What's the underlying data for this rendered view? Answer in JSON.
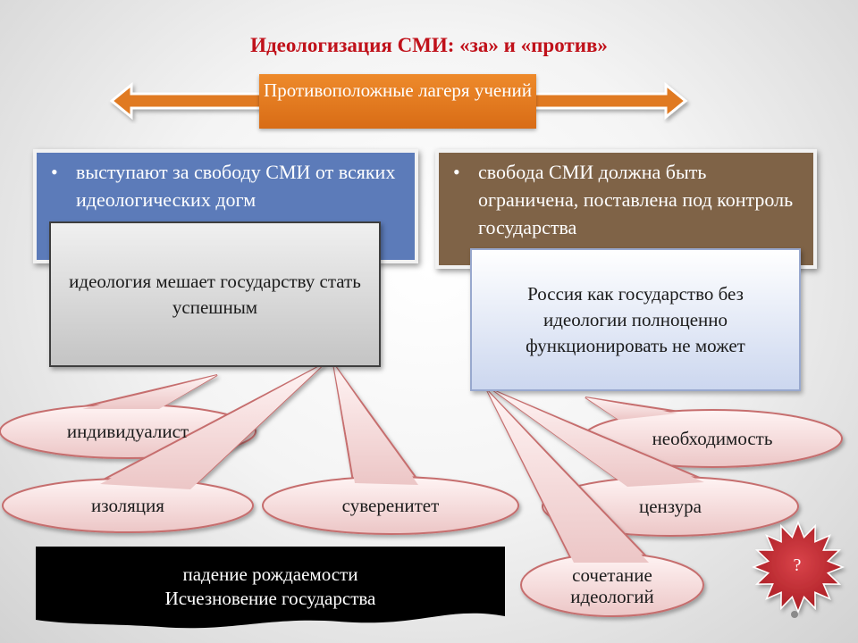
{
  "title": "Идеологизация СМИ: «за» и «против»",
  "camps_label": "Противоположные лагеря учений",
  "left_panel": {
    "bullet": "выступают за свободу СМИ от всяких идеологических догм"
  },
  "right_panel": {
    "bullet": "свобода СМИ должна быть ограничена, поставлена под контроль государства"
  },
  "left_box": "идеология мешает государству стать успешным",
  "right_box": "Россия как государство без идеологии полноценно функционировать не может",
  "left_callouts": [
    "индивидуалист",
    "изоляция",
    "суверенитет"
  ],
  "right_callouts": [
    "необходимость",
    "цензура",
    "сочетание идеологий"
  ],
  "bottom_banner": [
    "падение рождаемости",
    "Исчезновение государства"
  ],
  "star_label": "?",
  "colors": {
    "title": "#c0111a",
    "camps_fill": "#e07a20",
    "left_panel": "#5c7bb9",
    "right_panel": "#7f6347",
    "callout_fill": "#f6dede",
    "callout_border": "#c66e6e",
    "star": "#c9282e"
  }
}
